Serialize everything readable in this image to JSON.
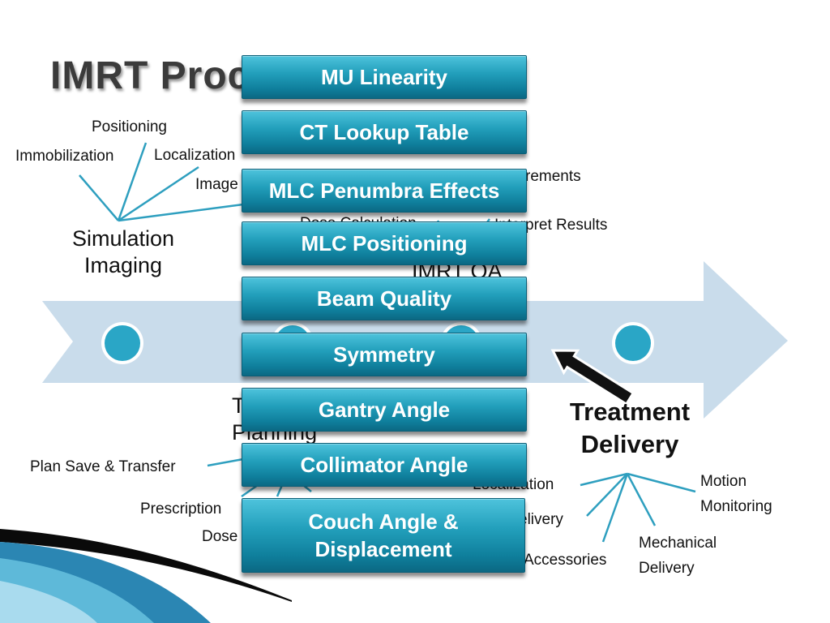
{
  "slide": {
    "title": "IMRT Proc",
    "stages": {
      "simulation": "Simulation Imaging",
      "planning": "Treatment Planning",
      "qa": "IMRT QA",
      "delivery": "Treatment Delivery"
    },
    "simulation_branches": [
      "Positioning",
      "Immobilization",
      "Localization",
      "Image"
    ],
    "qa_branches": [
      "rements",
      "Dose Calculation",
      "Interpret Results"
    ],
    "planning_branches": [
      "Plan Save & Transfer",
      "Prescription",
      "Dose"
    ],
    "delivery_branches": [
      "Localization",
      "elivery",
      "Accessories",
      "Motion Monitoring",
      "Mechanical Delivery"
    ],
    "qa_checks": [
      "MU Linearity",
      "CT Lookup Table",
      "MLC Penumbra Effects",
      "MLC Positioning",
      "Beam Quality",
      "Symmetry",
      "Gantry Angle",
      "Collimator Angle",
      "Couch Angle & Displacement"
    ]
  },
  "colors": {
    "arrow_fill": "#c9dceb",
    "node_fill": "#2aa6c6",
    "branch_line": "#2e9fbf",
    "button_top": "#4ec3dc",
    "button_bottom": "#0b6883",
    "dark_wave": "#0a0a0a"
  },
  "icons": [
    "stage-node-icon",
    "pointer-arrow-icon"
  ]
}
